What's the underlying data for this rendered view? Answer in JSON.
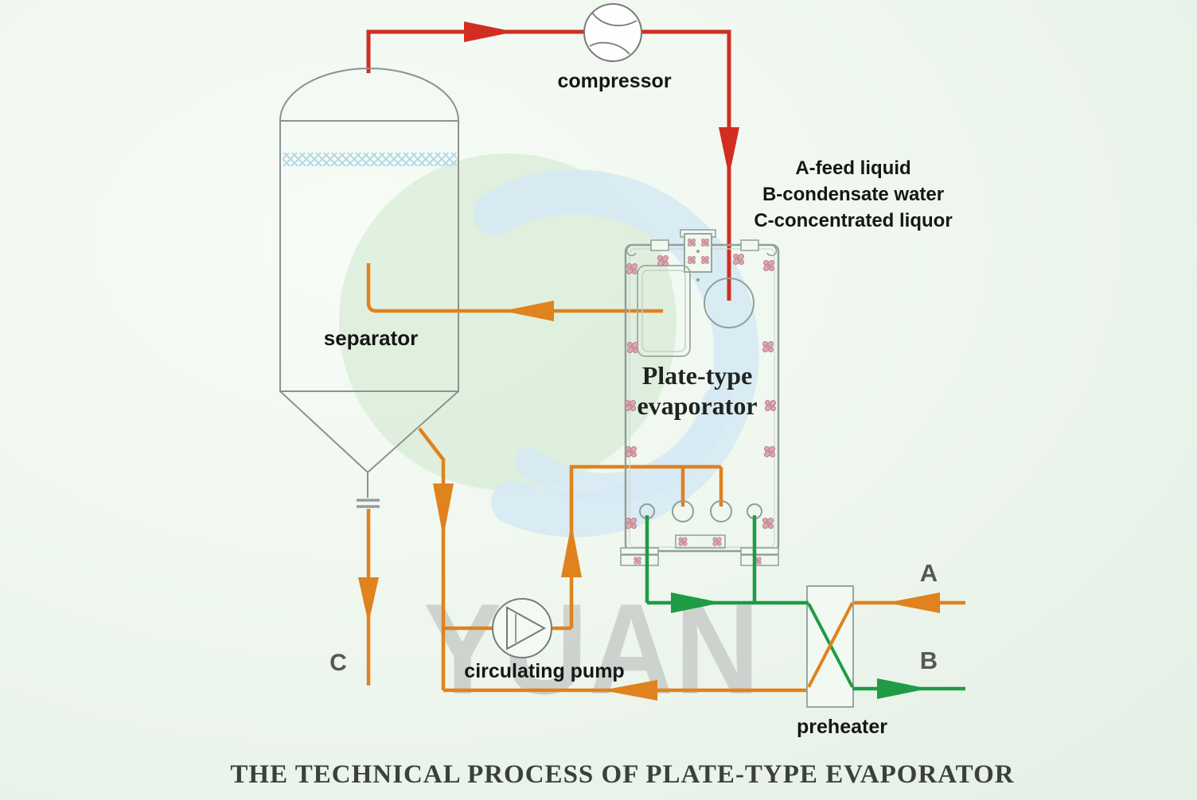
{
  "title": "THE TECHNICAL PROCESS OF PLATE-TYPE EVAPORATOR",
  "watermark": {
    "text": "YUAN"
  },
  "legend": {
    "line_a": "A-feed liquid",
    "line_b": "B-condensate water",
    "line_c": "C-concentrated liquor"
  },
  "components": {
    "compressor": {
      "label": "compressor"
    },
    "separator": {
      "label": "separator"
    },
    "evaporator": {
      "label_line1": "Plate-type",
      "label_line2": "evaporator"
    },
    "pump": {
      "label": "circulating pump"
    },
    "preheater": {
      "label": "preheater"
    }
  },
  "streams": {
    "a": "A",
    "b": "B",
    "c": "C"
  },
  "colors": {
    "background": "#eef6ee",
    "vapor_red": "#d22d22",
    "liquor_orange": "#e0821d",
    "condensate_green": "#1f9b45",
    "equipment_outline": "#8e928e",
    "bolt_pink": "#dba9b2",
    "mesh_blue": "#b5d8e8",
    "watermark_text_gray": "#c9cdc9",
    "logo_green": "#cfe8cc",
    "logo_blue": "#d6e9f3",
    "label_black": "#161616",
    "stream_gray": "#575757",
    "title_gray": "#3b403c"
  }
}
